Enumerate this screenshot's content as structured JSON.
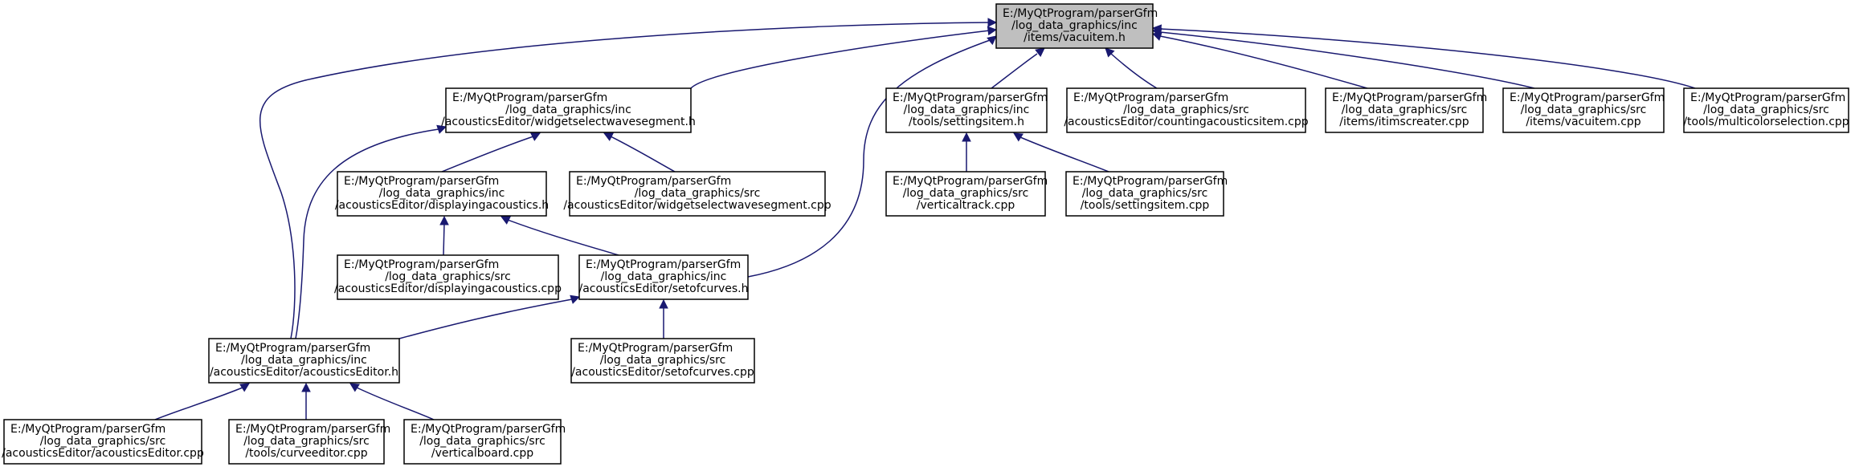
{
  "colors": {
    "edge": "#191970",
    "node_border": "#000000",
    "node_fill": "#ffffff",
    "root_fill": "#bfbfbf",
    "text": "#000000"
  },
  "nodes": [
    {
      "id": "vacuitem_h",
      "root": true,
      "lines": [
        "E:/MyQtProgram/parserGfm",
        "/log_data_graphics/inc",
        "/items/vacuitem.h"
      ]
    },
    {
      "id": "widgetselectwavesegment_h",
      "lines": [
        "E:/MyQtProgram/parserGfm",
        "/log_data_graphics/inc",
        "/acousticsEditor/widgetselectwavesegment.h"
      ]
    },
    {
      "id": "settingsitem_h",
      "lines": [
        "E:/MyQtProgram/parserGfm",
        "/log_data_graphics/inc",
        "/tools/settingsitem.h"
      ]
    },
    {
      "id": "countingacousticsitem_cpp",
      "lines": [
        "E:/MyQtProgram/parserGfm",
        "/log_data_graphics/src",
        "/acousticsEditor/countingacousticsitem.cpp"
      ]
    },
    {
      "id": "itimscreater_cpp",
      "lines": [
        "E:/MyQtProgram/parserGfm",
        "/log_data_graphics/src",
        "/items/itimscreater.cpp"
      ]
    },
    {
      "id": "vacuitem_cpp",
      "lines": [
        "E:/MyQtProgram/parserGfm",
        "/log_data_graphics/src",
        "/items/vacuitem.cpp"
      ]
    },
    {
      "id": "multicolorselection_cpp",
      "lines": [
        "E:/MyQtProgram/parserGfm",
        "/log_data_graphics/src",
        "/tools/multicolorselection.cpp"
      ]
    },
    {
      "id": "displayingacoustics_h",
      "lines": [
        "E:/MyQtProgram/parserGfm",
        "/log_data_graphics/inc",
        "/acousticsEditor/displayingacoustics.h"
      ]
    },
    {
      "id": "widgetselectwavesegment_cpp",
      "lines": [
        "E:/MyQtProgram/parserGfm",
        "/log_data_graphics/src",
        "/acousticsEditor/widgetselectwavesegment.cpp"
      ]
    },
    {
      "id": "verticaltrack_cpp",
      "lines": [
        "E:/MyQtProgram/parserGfm",
        "/log_data_graphics/src",
        "/verticaltrack.cpp"
      ]
    },
    {
      "id": "settingsitem_cpp",
      "lines": [
        "E:/MyQtProgram/parserGfm",
        "/log_data_graphics/src",
        "/tools/settingsitem.cpp"
      ]
    },
    {
      "id": "displayingacoustics_cpp",
      "lines": [
        "E:/MyQtProgram/parserGfm",
        "/log_data_graphics/src",
        "/acousticsEditor/displayingacoustics.cpp"
      ]
    },
    {
      "id": "setofcurves_h",
      "lines": [
        "E:/MyQtProgram/parserGfm",
        "/log_data_graphics/inc",
        "/acousticsEditor/setofcurves.h"
      ]
    },
    {
      "id": "acousticsEditor_h",
      "lines": [
        "E:/MyQtProgram/parserGfm",
        "/log_data_graphics/inc",
        "/acousticsEditor/acousticsEditor.h"
      ]
    },
    {
      "id": "setofcurves_cpp",
      "lines": [
        "E:/MyQtProgram/parserGfm",
        "/log_data_graphics/src",
        "/acousticsEditor/setofcurves.cpp"
      ]
    },
    {
      "id": "acousticsEditor_cpp",
      "lines": [
        "E:/MyQtProgram/parserGfm",
        "/log_data_graphics/src",
        "/acousticsEditor/acousticsEditor.cpp"
      ]
    },
    {
      "id": "curveeditor_cpp",
      "lines": [
        "E:/MyQtProgram/parserGfm",
        "/log_data_graphics/src",
        "/tools/curveeditor.cpp"
      ]
    },
    {
      "id": "verticalboard_cpp",
      "lines": [
        "E:/MyQtProgram/parserGfm",
        "/log_data_graphics/src",
        "/verticalboard.cpp"
      ]
    }
  ],
  "edges": [
    {
      "from": "widgetselectwavesegment_h",
      "to": "vacuitem_h"
    },
    {
      "from": "settingsitem_h",
      "to": "vacuitem_h"
    },
    {
      "from": "countingacousticsitem_cpp",
      "to": "vacuitem_h"
    },
    {
      "from": "itimscreater_cpp",
      "to": "vacuitem_h"
    },
    {
      "from": "vacuitem_cpp",
      "to": "vacuitem_h"
    },
    {
      "from": "multicolorselection_cpp",
      "to": "vacuitem_h"
    },
    {
      "from": "setofcurves_h",
      "to": "vacuitem_h"
    },
    {
      "from": "acousticsEditor_h",
      "to": "vacuitem_h"
    },
    {
      "from": "displayingacoustics_h",
      "to": "widgetselectwavesegment_h"
    },
    {
      "from": "widgetselectwavesegment_cpp",
      "to": "widgetselectwavesegment_h"
    },
    {
      "from": "acousticsEditor_h",
      "to": "widgetselectwavesegment_h"
    },
    {
      "from": "verticaltrack_cpp",
      "to": "settingsitem_h"
    },
    {
      "from": "settingsitem_cpp",
      "to": "settingsitem_h"
    },
    {
      "from": "displayingacoustics_cpp",
      "to": "displayingacoustics_h"
    },
    {
      "from": "setofcurves_h",
      "to": "displayingacoustics_h"
    },
    {
      "from": "acousticsEditor_h",
      "to": "setofcurves_h"
    },
    {
      "from": "setofcurves_cpp",
      "to": "setofcurves_h"
    },
    {
      "from": "acousticsEditor_cpp",
      "to": "acousticsEditor_h"
    },
    {
      "from": "curveeditor_cpp",
      "to": "acousticsEditor_h"
    },
    {
      "from": "verticalboard_cpp",
      "to": "acousticsEditor_h"
    }
  ]
}
